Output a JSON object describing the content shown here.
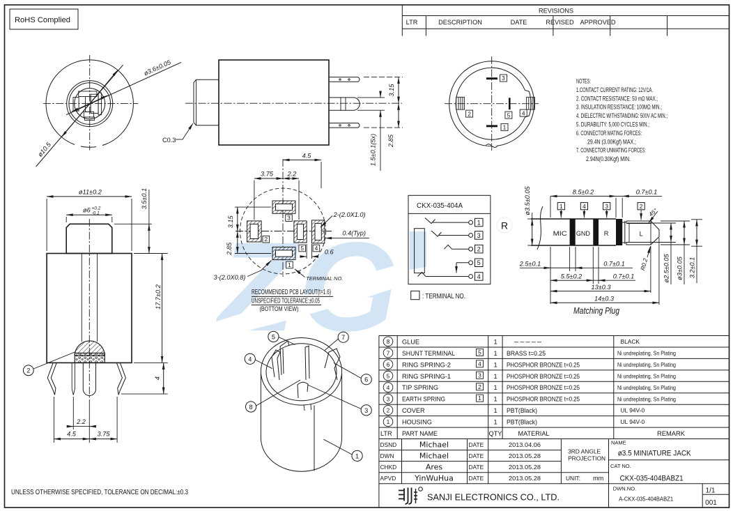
{
  "sheet": {
    "rohs": "RoHS Complied",
    "tolerance_note": "UNLESS OTHERWISE SPECIFIED, TOLERANCE ON DECIMAL:±0.3"
  },
  "revisions": {
    "title": "REVISIONS",
    "columns": [
      "LTR",
      "DESCRIPTION",
      "DATE",
      "REVISED",
      "APPROVED"
    ]
  },
  "front_view": {
    "dia_inner": "ø3.6±0.05",
    "dia_outer": "ø10.5"
  },
  "side_view": {
    "chamfer": "C0.3",
    "dim_top": "3.15",
    "dim_bottom": "2.85",
    "dim_pin": "1.5±0.1(5x)"
  },
  "rear_view": {
    "terminals": [
      "3",
      "2",
      "5",
      "4",
      "1"
    ]
  },
  "notes": {
    "title": "NOTES:",
    "lines": [
      "1.CONTACT CURRENT RATING: 12V/1A.",
      "2. CONTACT RESISTANCE: 50 mΩ MAX.;",
      "3. INSULATION RESISTANCE: 100MΩ MIN.;",
      "4. DIELECTRIC WITHSTANDING: 500V AC MIN.;",
      "5. DURABILITY: 5,000 CYCLES MIN.;",
      "6. CONNECTOR MATING FORCES:",
      "29.4N (3.00Kgf) MAX.;",
      "7. CONNECTOR UNMATING FORCES:",
      "2.94N(0.30Kgf) MIN."
    ]
  },
  "jack_view": {
    "dia_body": "ø11±0.2",
    "dia_cap": "ø6",
    "cap_tol_plus": "+0.2",
    "cap_tol_minus": "-0.1",
    "dim_cap_h": "3.5±0.1",
    "dim_body_h": "17.7±0.2",
    "dim_pin_len": "4",
    "dim_pin_off": "2.2",
    "dim_left": "4.5",
    "dim_right": "3.75",
    "callout": "2"
  },
  "pcb_layout": {
    "dim_top": "4.5",
    "dim_l1": "3.75",
    "dim_l2": "2.2",
    "dim_v1": "3.15",
    "dim_v2": "2.85",
    "label_pads2": "2-(2.0X1.0)",
    "label_typ": "0.4(Typ)",
    "dim_gap": "0.6",
    "label_pads3": "3-(2.0X0.8)",
    "label_terminal": "TERMINAL NO.",
    "terminals": [
      "3",
      "2",
      "5",
      "4",
      "1"
    ],
    "caption1": "RECOMMENDED PCB LAYOUT(t=1.6)",
    "caption2": "UNSPECIFIED TOLERANCE:±0.05",
    "caption3": "(BOTTOM VIEW)"
  },
  "schematic": {
    "title": "CKX-035-404A",
    "terminals": [
      "1",
      "3",
      "2",
      "5",
      "4"
    ],
    "legend": ": TERMINAL NO."
  },
  "plug": {
    "dim_85": "8.5±0.2",
    "dim_07a": "0.7±0.1",
    "dia_35": "ø3.5±0.05",
    "terminals": [
      "1",
      "4",
      "3",
      "2"
    ],
    "sections": [
      "MIC",
      "GND",
      "R",
      "L"
    ],
    "angle": "45°",
    "dim_25": "2.5±0.1",
    "dim_07b": "0.7±0.1",
    "dim_55": "5.5±0.2",
    "dim_07c": "0.7±0.1",
    "dim_13": "13±0.3",
    "dim_14": "14±0.3",
    "r02": "R0.2",
    "dia_25": "ø2.5±0.05",
    "dia_3": "ø3±0.05",
    "dim_32": "3.2±0.1",
    "caption": "Matching Plug"
  },
  "housing_view": {
    "callouts": [
      "5",
      "7",
      "4",
      "6",
      "8",
      "3",
      "1"
    ]
  },
  "parts_table": {
    "headers": {
      "ltr": "LTR",
      "part_name": "PART NAME",
      "qty": "QTY",
      "material": "MATERIAL",
      "remark": "REMARK"
    },
    "rows": [
      {
        "ltr": "8",
        "name": "GLUE",
        "terminal": "",
        "qty": "1",
        "material": "-----",
        "remark": "BLACK"
      },
      {
        "ltr": "7",
        "name": "SHUNT TERMINAL",
        "terminal": "5",
        "qty": "1",
        "material": "BRASS  t=0.25",
        "remark": "Ni undreplating, Sn Plating"
      },
      {
        "ltr": "6",
        "name": "RING SPRING-2",
        "terminal": "4",
        "qty": "1",
        "material": "PHOSPHOR BRONZE  t=0.25",
        "remark": "Ni undreplating, Sn Plating"
      },
      {
        "ltr": "5",
        "name": "RING SPRING-1",
        "terminal": "3",
        "qty": "1",
        "material": "PHOSPHOR BRONZE  t=0.25",
        "remark": "Ni undreplating, Sn Plating"
      },
      {
        "ltr": "4",
        "name": "TIP SPRING",
        "terminal": "2",
        "qty": "1",
        "material": "PHOSPHOR BRONZE  t=0.25",
        "remark": "Ni undreplating, Sn Plating"
      },
      {
        "ltr": "3",
        "name": "EARTH SPRING",
        "terminal": "1",
        "qty": "1",
        "material": "PHOSPHOR BRONZE  t=0.25",
        "remark": "Ni undreplating, Sn Plating"
      },
      {
        "ltr": "2",
        "name": "COVER",
        "terminal": "",
        "qty": "1",
        "material": "PBT(Black)",
        "remark": "UL 94V-0"
      },
      {
        "ltr": "1",
        "name": "HOUSING",
        "terminal": "",
        "qty": "1",
        "material": "PBT(Black)",
        "remark": "UL 94V-0"
      }
    ]
  },
  "title_block": {
    "signoff": [
      {
        "role": "DSND",
        "name": "Michael",
        "date_label": "DATE",
        "date": "2013.04.06"
      },
      {
        "role": "DWN",
        "name": "Michael",
        "date_label": "DATE",
        "date": "2013.05.28"
      },
      {
        "role": "CHKD",
        "name": "Ares",
        "date_label": "DATE",
        "date": "2013.05.28"
      },
      {
        "role": "APVD",
        "name": "YinWuHua",
        "date_label": "DATE",
        "date": "2013.05.28"
      }
    ],
    "projection_line1": "3RD ANGLE",
    "projection_line2": "PROJECTION",
    "unit_label": "UNIT:",
    "unit": "mm",
    "name_label": "NAME",
    "name": "ø3.5 MINIATURE  JACK",
    "cat_label": "CAT NO.",
    "cat": "CKX-035-404BABZ1",
    "dwn_label": "DWN.NO.",
    "dwn": "A-CKX-035-404BABZ1",
    "page": "1/1",
    "sheet_no": "001",
    "company": "SANJI  ELECTRONICS  CO.,  LTD."
  }
}
